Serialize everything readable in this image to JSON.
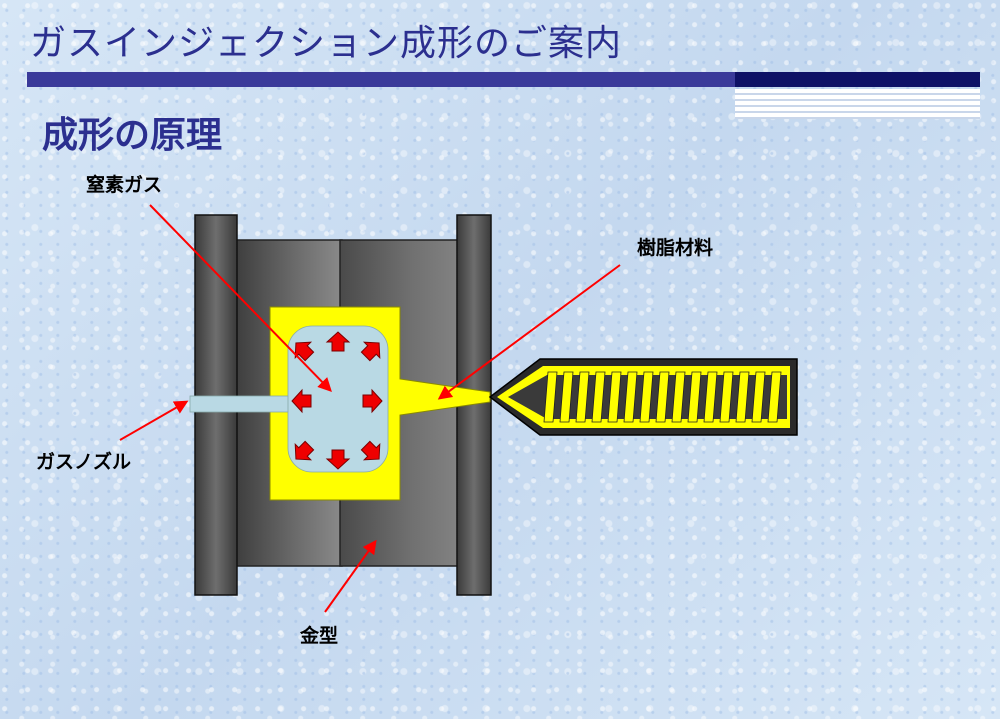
{
  "slide": {
    "title": "ガスインジェクション成形のご案内",
    "subtitle": "成形の原理"
  },
  "labels": {
    "nitrogen_gas": "窒素ガス",
    "resin_material": "樹脂材料",
    "gas_nozzle": "ガスノズル",
    "mold": "金型"
  },
  "colors": {
    "title_text": "#2b2f8f",
    "title_bar": "#3a3a9a",
    "title_bar_dark": "#0e1166",
    "mold_gray": "#555555",
    "resin_yellow": "#ffff00",
    "gas_blue": "#b9d9e4",
    "pointer_red": "#ff0000",
    "pressure_arrow": "#ee0000"
  },
  "icons": {
    "pressure_arrows": "red-arrow-icon",
    "screw": "injection-screw-icon"
  }
}
